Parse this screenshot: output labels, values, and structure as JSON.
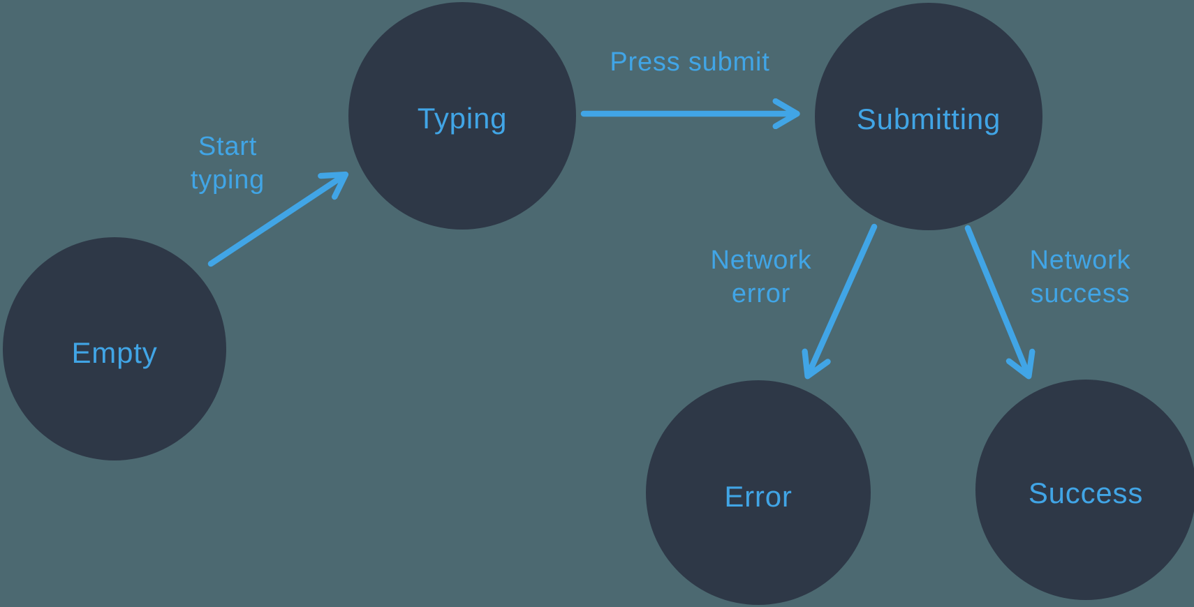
{
  "colors": {
    "background": "#4C6971",
    "node_fill": "#2E3847",
    "accent": "#41A5E6"
  },
  "diagram": {
    "type": "state-machine"
  },
  "nodes": [
    {
      "id": "empty",
      "label": "Empty"
    },
    {
      "id": "typing",
      "label": "Typing"
    },
    {
      "id": "submitting",
      "label": "Submitting"
    },
    {
      "id": "error",
      "label": "Error"
    },
    {
      "id": "success",
      "label": "Success"
    }
  ],
  "edges": [
    {
      "id": "start-typing",
      "from": "Empty",
      "to": "Typing",
      "label": "Start typing",
      "lines": [
        "Start",
        "typing"
      ]
    },
    {
      "id": "press-submit",
      "from": "Typing",
      "to": "Submitting",
      "label": "Press submit",
      "lines": [
        "Press submit"
      ]
    },
    {
      "id": "network-error",
      "from": "Submitting",
      "to": "Error",
      "label": "Network error",
      "lines": [
        "Network",
        "error"
      ]
    },
    {
      "id": "network-success",
      "from": "Submitting",
      "to": "Success",
      "label": "Network success",
      "lines": [
        "Network",
        "success"
      ]
    }
  ]
}
